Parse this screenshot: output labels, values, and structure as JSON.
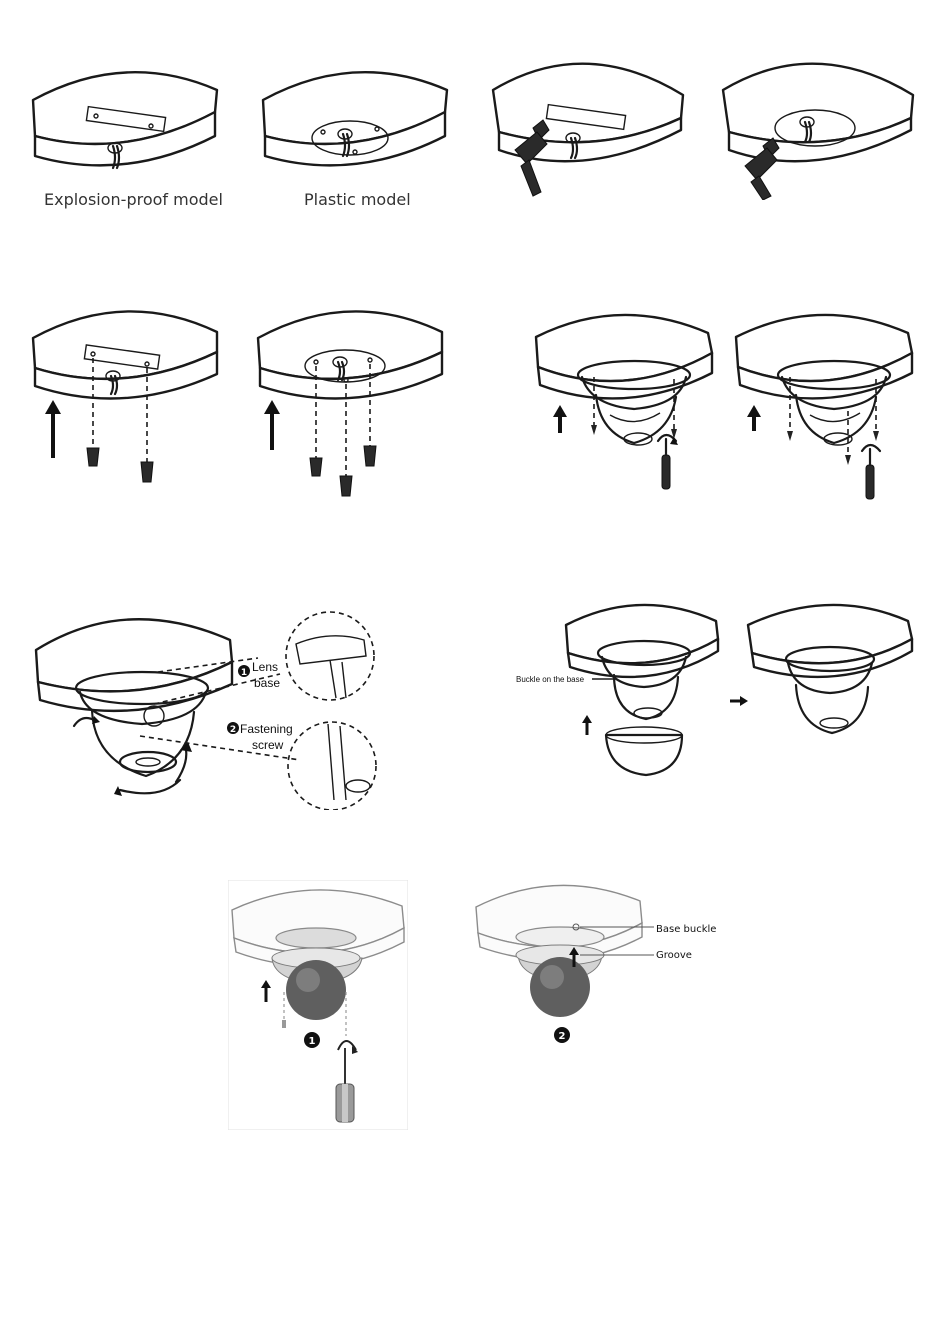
{
  "figures": {
    "fig1": {
      "caption_explosion": "Explosion-proof model",
      "caption_plastic": "Plastic model"
    },
    "fig4": {
      "lens_base_line1": "Lens",
      "lens_base_line2": "base",
      "fastening_line1": "Fastening",
      "fastening_line2": "screw",
      "marker1": "1",
      "marker2": "2"
    },
    "fig5": {
      "buckle_label": "Buckle on the base"
    },
    "fig6": {
      "base_buckle_label": "Base buckle",
      "groove_label": "Groove",
      "marker1": "1",
      "marker2": "2"
    }
  }
}
